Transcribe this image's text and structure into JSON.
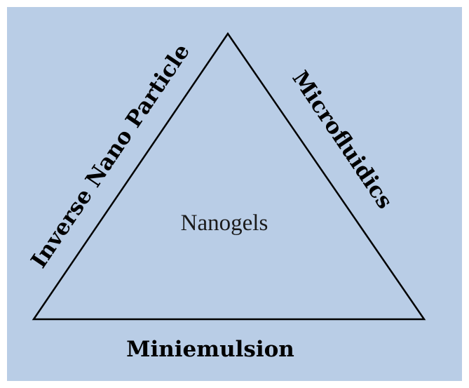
{
  "diagram": {
    "center": "Nanogels",
    "left_side": "Inverse Nano Particle",
    "right_side": "Microfluidics",
    "bottom_side": "Miniemulsion"
  },
  "colors": {
    "background": "#b9cde6",
    "stroke": "#000000"
  }
}
